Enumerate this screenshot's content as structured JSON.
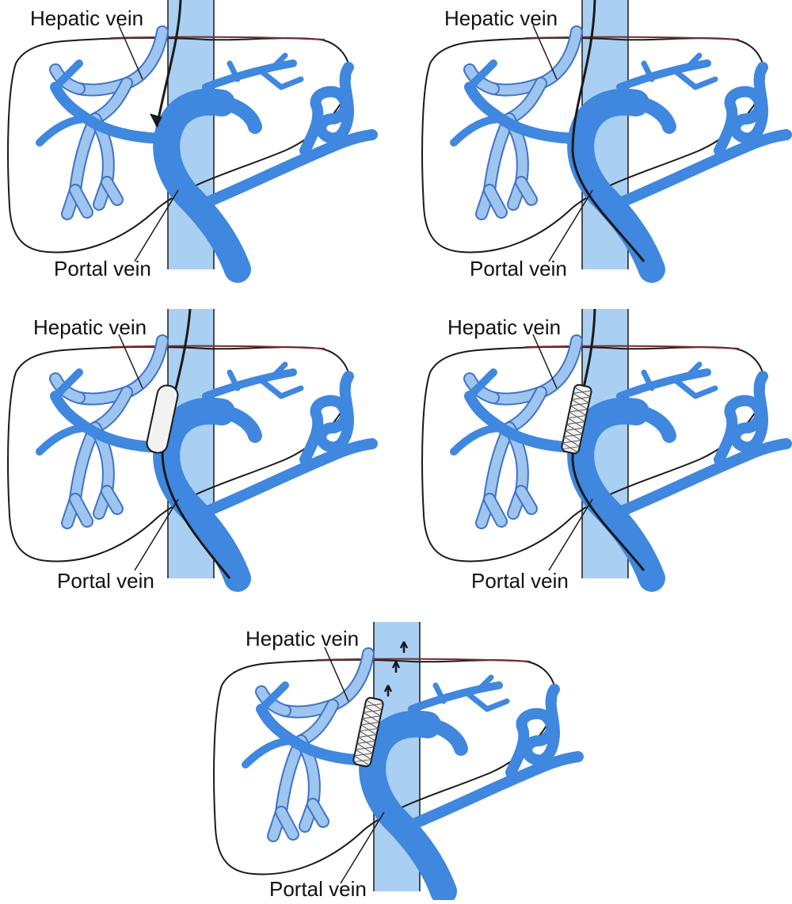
{
  "labels": {
    "hepatic_vein": "Hepatic vein",
    "portal_vein": "Portal vein"
  },
  "colors": {
    "ivc": "#a9cff3",
    "portal": "#3f87df",
    "portal_dark": "#2c6ec4",
    "hepatic": "#9ec5ef",
    "hepatic_edge": "#3f74c6",
    "outline": "#1a1a1a",
    "liver_top": "#7a2a2a",
    "stent": "#f2f2f2"
  },
  "panels": [
    {
      "id": "step-1",
      "stage": "guidewire-entry"
    },
    {
      "id": "step-2",
      "stage": "guidewire-into-portal-vein"
    },
    {
      "id": "step-3",
      "stage": "balloon-dilation"
    },
    {
      "id": "step-4",
      "stage": "stent-placement"
    },
    {
      "id": "step-5",
      "stage": "shunt-flow"
    }
  ]
}
